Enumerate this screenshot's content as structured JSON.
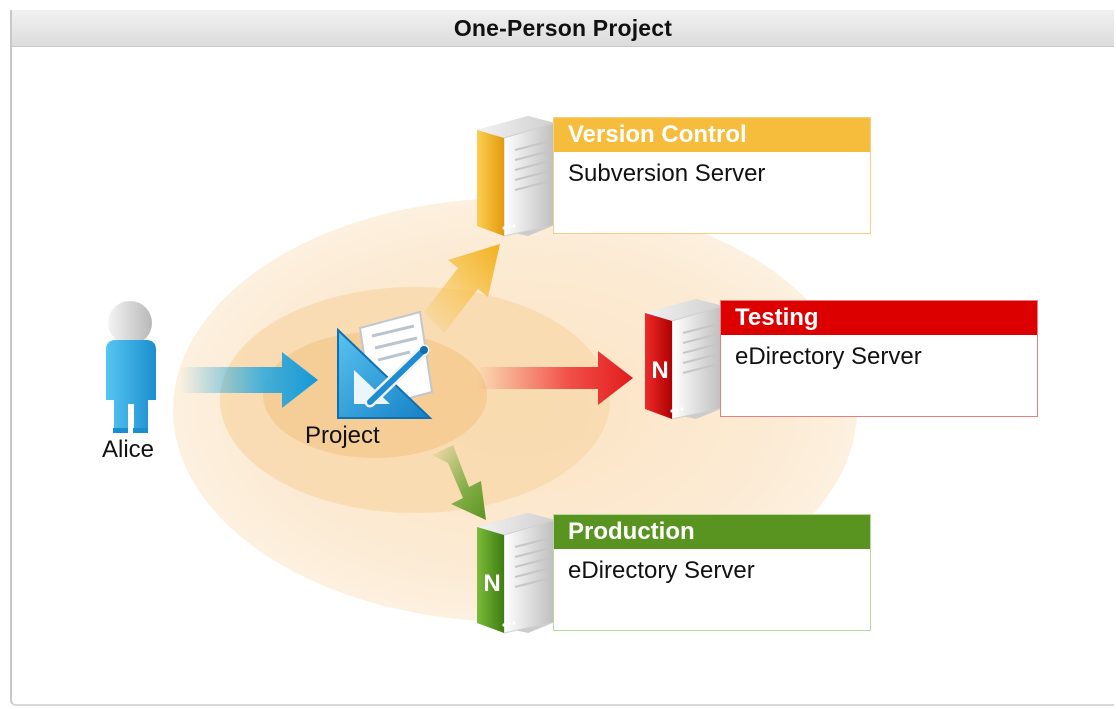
{
  "title": "One-Person Project",
  "user": {
    "name": "Alice",
    "icon": "person-icon"
  },
  "project": {
    "label": "Project",
    "icon": "project-design-icon"
  },
  "targets": {
    "version_control": {
      "heading": "Version Control",
      "server": "Subversion Server",
      "color": "#f6bd3c",
      "icon": "server-icon"
    },
    "testing": {
      "heading": "Testing",
      "server": "eDirectory Server",
      "badge": "N",
      "color": "#dd0000",
      "icon": "novell-server-icon"
    },
    "production": {
      "heading": "Production",
      "server": "eDirectory Server",
      "badge": "N",
      "color": "#5a9420",
      "icon": "novell-server-icon"
    }
  }
}
